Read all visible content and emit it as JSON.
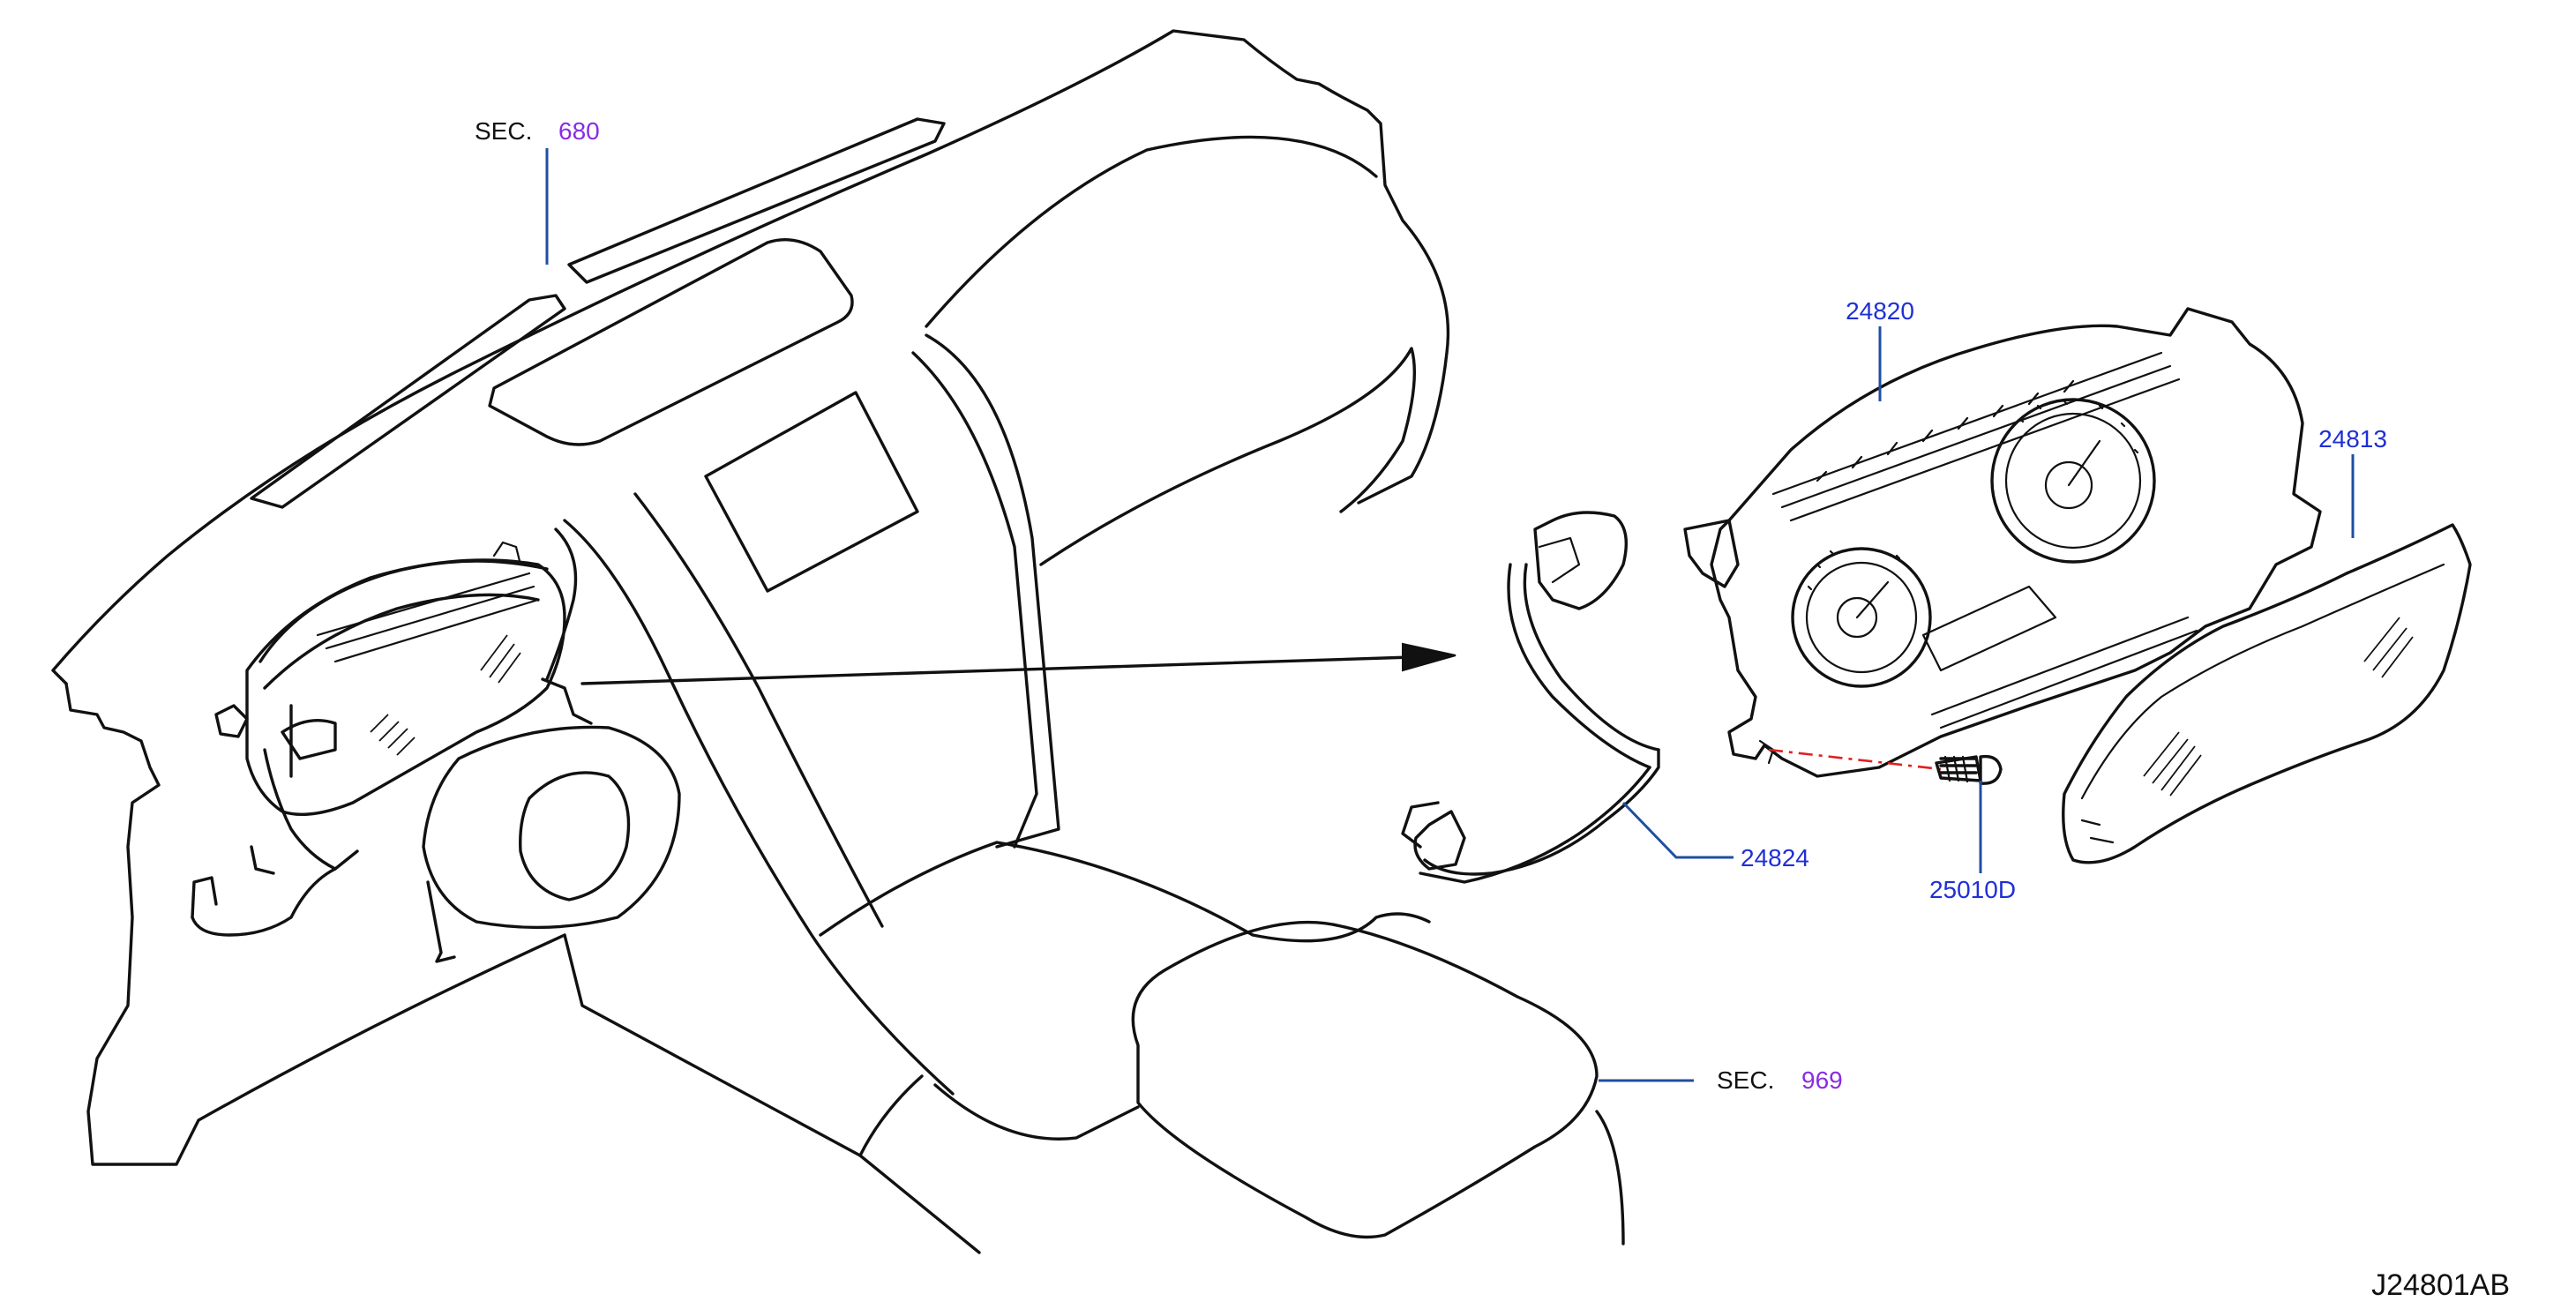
{
  "diagram": {
    "id_code": "J24801AB",
    "sections": [
      {
        "prefix": "SEC.",
        "number": "680"
      },
      {
        "prefix": "SEC.",
        "number": "969"
      }
    ],
    "parts": [
      {
        "number": "24820"
      },
      {
        "number": "24813"
      },
      {
        "number": "24824"
      },
      {
        "number": "25010D"
      }
    ],
    "colors": {
      "part_number": "#1f2fd6",
      "section_number": "#8a2be2",
      "leader_line": "#1f4fa0",
      "center_line": "#e02020"
    }
  }
}
